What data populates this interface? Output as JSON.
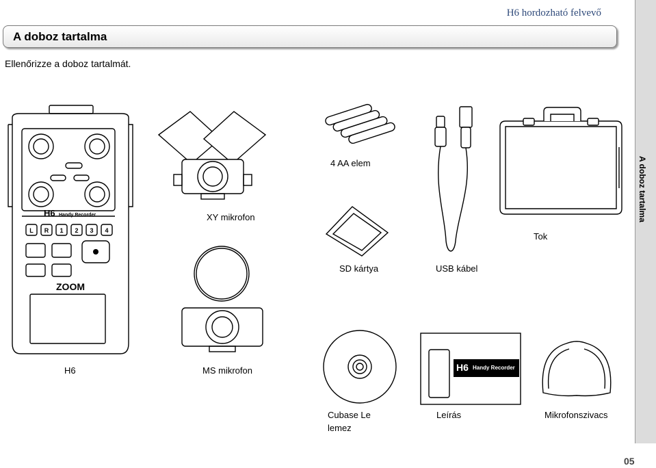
{
  "header": {
    "title": "H6 hordozható felvevő"
  },
  "section": {
    "title": "A doboz tartalma"
  },
  "intro": "Ellenőrizze a doboz tartalmát.",
  "side_tab": "A doboz tartalma",
  "page_number": "05",
  "device": {
    "brand_text": "H6",
    "model_text": "Handy Recorder",
    "logo_text": "ZOOM",
    "buttons": [
      "L",
      "R",
      "1",
      "2",
      "3",
      "4"
    ]
  },
  "items": {
    "h6": "H6",
    "xy_mic": "XY mikrofon",
    "batteries": "4 AA elem",
    "sd_card": "SD kártya",
    "usb_cable": "USB kábel",
    "case": "Tok",
    "ms_mic": "MS mikrofon",
    "cubase_disc": "Cubase Le lemez",
    "manual": "Leírás",
    "windscreen": "Mikrofonszivacs"
  },
  "manual_cover": {
    "brand": "H6",
    "subtitle": "Handy Recorder"
  }
}
